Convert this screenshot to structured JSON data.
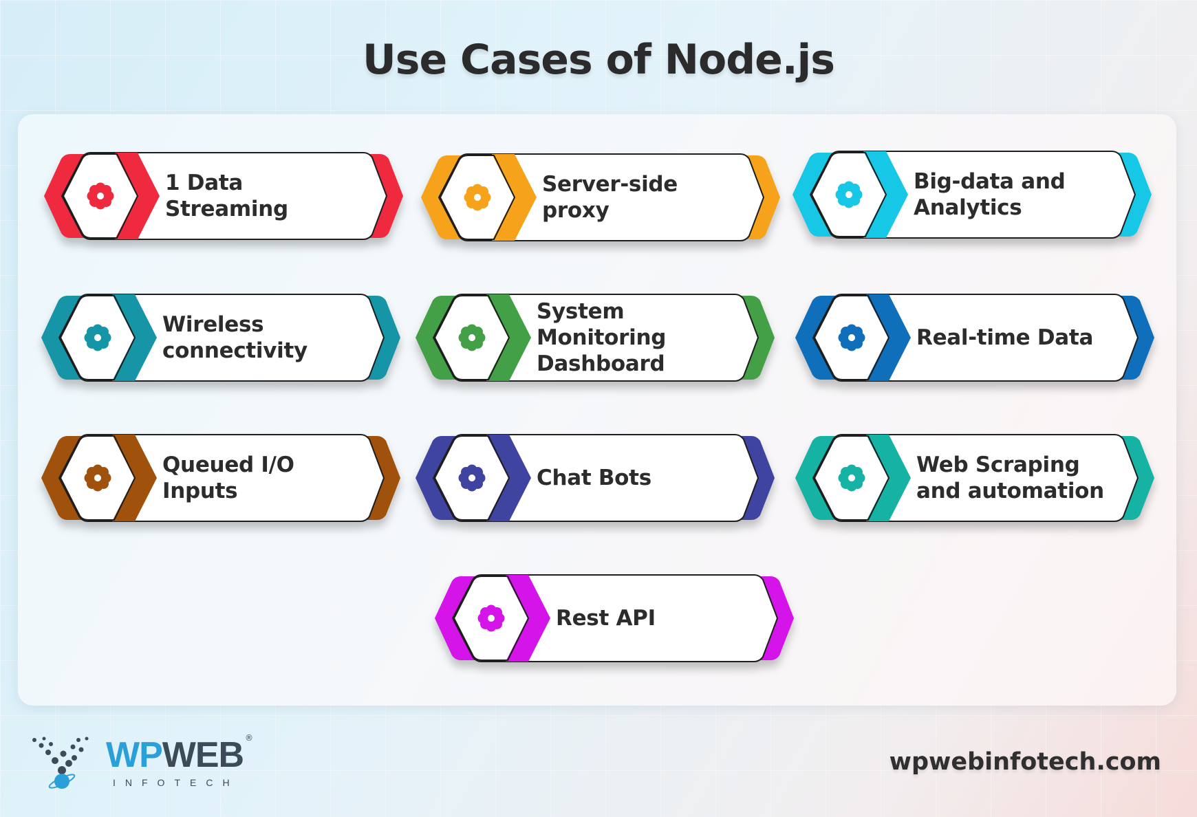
{
  "title": "Use Cases of Node.js",
  "use_cases": [
    {
      "label": "1 Data Streaming",
      "color": "#ef2a3f"
    },
    {
      "label": "Server-side proxy",
      "color": "#f7a21b"
    },
    {
      "label": "Big-data and Analytics",
      "color": "#16c7e6"
    },
    {
      "label": "Wireless connectivity",
      "color": "#1595a6"
    },
    {
      "label": "System Monitoring Dashboard",
      "color": "#43a047"
    },
    {
      "label": "Real-time Data",
      "color": "#0f6fba"
    },
    {
      "label": "Queued I/O Inputs",
      "color": "#a0520c"
    },
    {
      "label": "Chat Bots",
      "color": "#3f44a0"
    },
    {
      "label": "Web Scraping and automation",
      "color": "#16b3a4"
    },
    {
      "label": "Rest API",
      "color": "#d414e8"
    }
  ],
  "brand": {
    "logo_wp": "WP",
    "logo_web": "WEB",
    "logo_sub": "INFOTECH",
    "logo_reg": "®",
    "website": "wpwebinfotech.com",
    "logo_colors": {
      "blue": "#2a9fd8",
      "dark": "#3d4a57"
    }
  },
  "icons": {
    "card_icon": "flower-icon"
  }
}
